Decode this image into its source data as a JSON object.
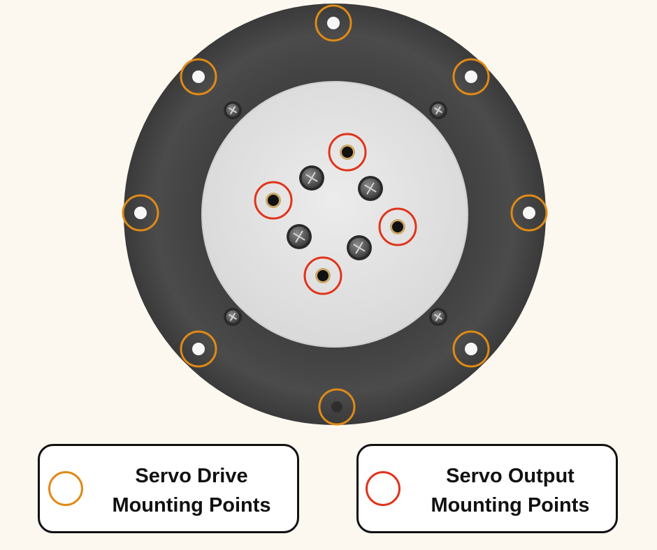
{
  "colors": {
    "drive_marker": "#e08a16",
    "output_marker": "#e0341c",
    "ring": "#4a4a4a",
    "plate": "#e3e3e3",
    "background": "#fdf8ef"
  },
  "legend": {
    "drive": {
      "line1": "Servo Drive",
      "line2": "Mounting Points",
      "icon": "orange-circle-icon"
    },
    "output": {
      "line1": "Servo Output",
      "line2": "Mounting Points",
      "icon": "red-circle-icon"
    }
  }
}
